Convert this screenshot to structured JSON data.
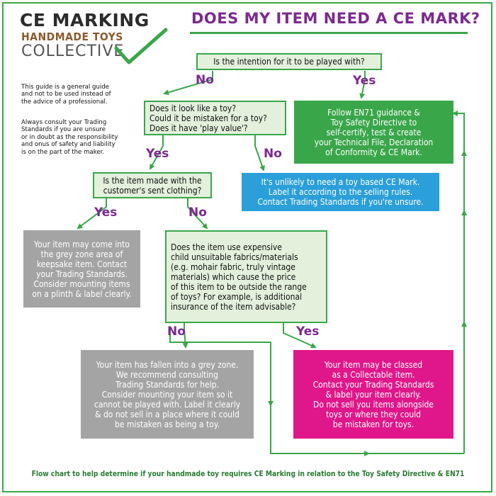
{
  "logo": {
    "line1": "CE MARKING",
    "line2": "HANDMADE TOYS",
    "line3": "COLLECTIVE",
    "icon": "checkmark-icon"
  },
  "disclaimer": {
    "para1": "This guide is a general guide\nand not to be used instead of\nthe advice  of a professional.",
    "para2": "Always consult your Trading\nStandards if you are unsure\nor in doubt  as the responsibility\nand onus of safety and liability\nis on the part of the maker."
  },
  "title": "DOES MY ITEM NEED A CE MARK?",
  "nodes": {
    "q1": "Is the intention for it to be played with?",
    "q2": "Does it look like a toy?\nCould it be mistaken for a toy?\nDoes it have 'play value'?",
    "q3": "Is the item made with the\ncustomer's sent clothing?",
    "q4": "Does the item use expensive\nchild unsuitable fabrics/materials\n(e.g. mohair fabric, truly vintage\nmaterials) which cause the price\nof this item to be outside the range\nof toys? For example, is additional\ninsurance of the item advisable?",
    "en71": "Follow EN71 guidance &\nToy Safety Directive to\nself-certify, test & create\nyour Technical File, Declaration\nof Conformity & CE Mark.",
    "unlikely": "It's unlikely to need a toy based CE Mark.\nLabel it according to the selling rules.\nContact Trading Standards if you're unsure.",
    "keepsake": "Your item may come into\nthe grey zone area of\nkeepsake item. Contact\nyour Trading Standards.\nConsider mounting items\non a plinth & label clearly.",
    "greyzone": "Your item has fallen into a grey zone.\nWe recommend consulting\nTrading Standards for help.\nConsider mounting your item so it\ncannot be played with. Label it clearly\n& do not sell in a place where it could\nbe mistaken as being a toy.",
    "collectable": "Your item may be classed\nas a Collectable item.\nContact your Trading Standards\n& label your item clearly.\nDo not sell you items alongside\ntoys or where they could\nbe mistaken for toys."
  },
  "answers": {
    "q1_no": "No",
    "q1_yes": "Yes",
    "q2_yes": "Yes",
    "q2_no": "No",
    "q3_yes": "Yes",
    "q3_no": "No",
    "q4_no": "No",
    "q4_yes": "Yes"
  },
  "footer": "Flow chart to help determine if your handmade toy requires CE Marking in relation to the Toy Safety Directive & EN71",
  "colors": {
    "border_green": "#3aa64a",
    "title_purple": "#7b2a8e",
    "question_fill": "#e3f1dc",
    "grey_box": "#a4a4a4",
    "blue_box": "#2b9fd9",
    "pink_box": "#e0178a"
  }
}
